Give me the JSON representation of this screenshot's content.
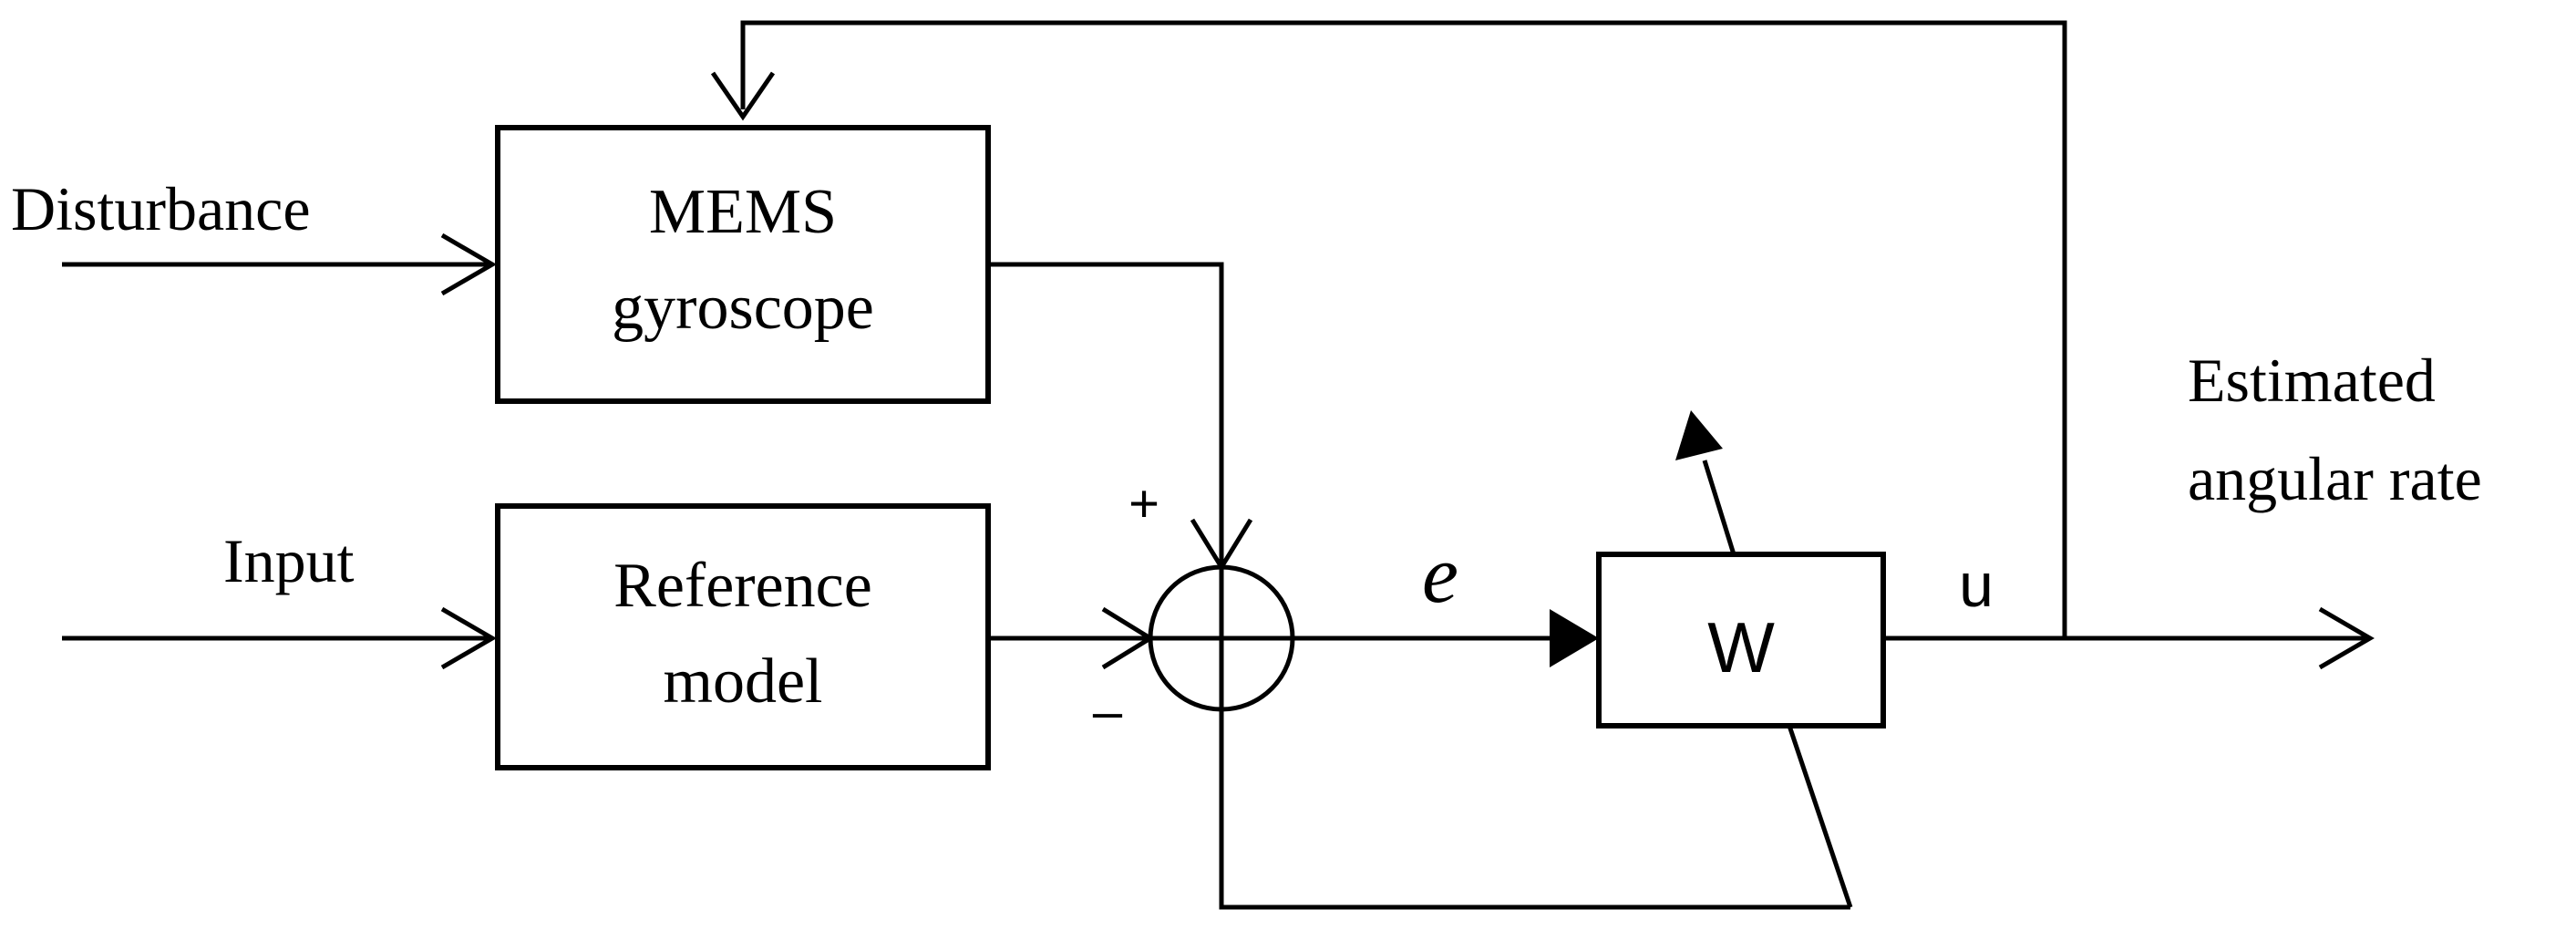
{
  "diagram": {
    "labels": {
      "disturbance": "Disturbance",
      "input": "Input",
      "estimated_line1": "Estimated",
      "estimated_line2": "angular rate",
      "plus": "+",
      "minus": "–",
      "error": "e",
      "output_u": "u"
    },
    "blocks": {
      "gyro_line1": "MEMS",
      "gyro_line2": "gyroscope",
      "ref_line1": "Reference",
      "ref_line2": "model",
      "w": "W"
    }
  }
}
